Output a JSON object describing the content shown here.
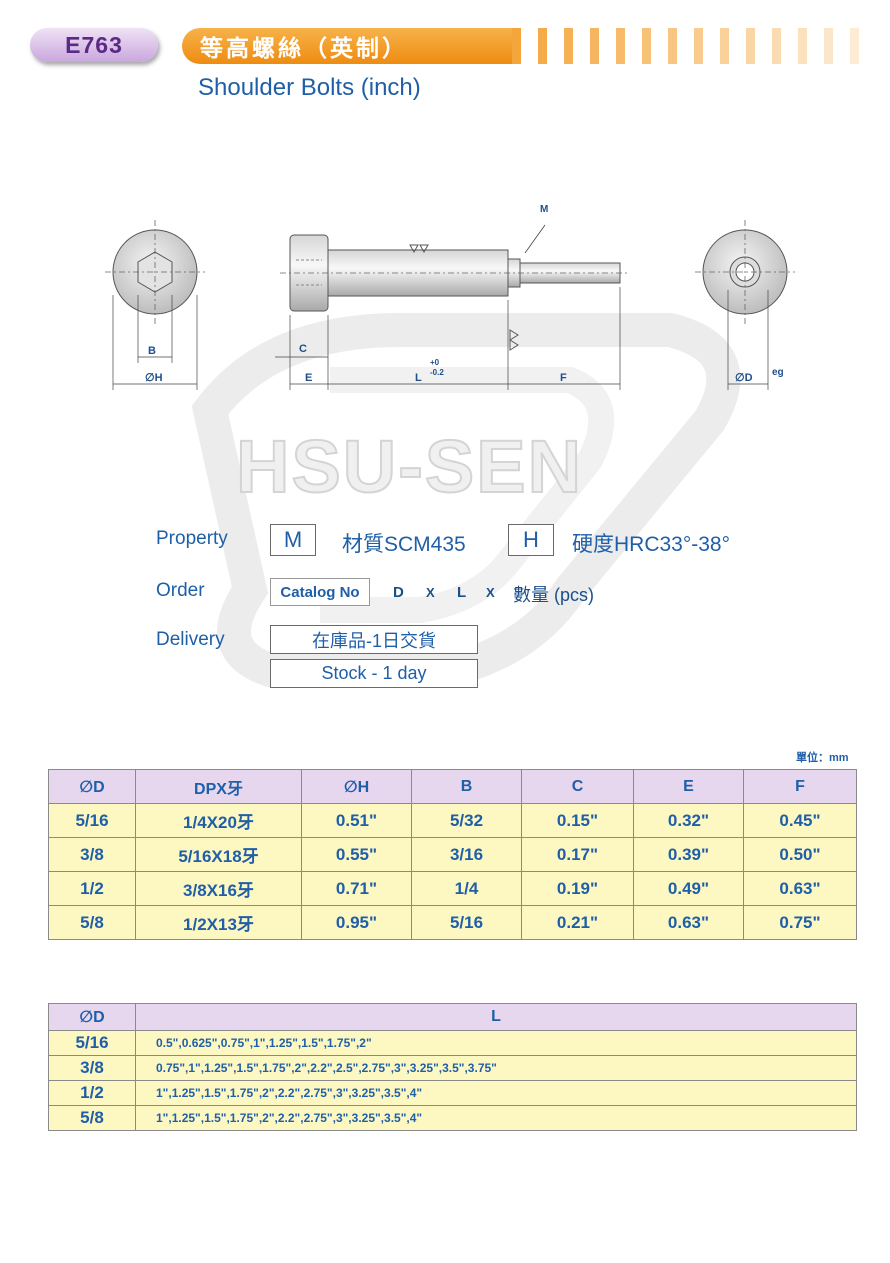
{
  "header": {
    "code": "E763",
    "title_cn": "等高螺絲（英制）",
    "title_en": "Shoulder Bolts (inch)"
  },
  "drawing": {
    "labels": {
      "B": "B",
      "H": "∅H",
      "C": "C",
      "E": "E",
      "L": "L",
      "tol_plus": "+0",
      "tol_minus": "-0.2",
      "F": "F",
      "M": "M",
      "D": "∅D",
      "eg": "eg"
    },
    "watermark": "HSU-SEN"
  },
  "property": {
    "label": "Property",
    "m_box": "M",
    "material": "材質SCM435",
    "h_box": "H",
    "hardness": "硬度HRC33°-38°"
  },
  "order": {
    "label": "Order",
    "catalog_box": "Catalog No",
    "d": "D",
    "x1": "X",
    "l": "L",
    "x2": "X",
    "qty": "數量 (pcs)"
  },
  "delivery": {
    "label": "Delivery",
    "cn": "在庫品-1日交貨",
    "en": "Stock - 1 day"
  },
  "unit_note": "單位：mm",
  "table1": {
    "headers": [
      "∅D",
      "DPX牙",
      "∅H",
      "B",
      "C",
      "E",
      "F"
    ],
    "rows": [
      [
        "5/16",
        "1/4X20牙",
        "0.51\"",
        "5/32",
        "0.15\"",
        "0.32\"",
        "0.45\""
      ],
      [
        "3/8",
        "5/16X18牙",
        "0.55\"",
        "3/16",
        "0.17\"",
        "0.39\"",
        "0.50\""
      ],
      [
        "1/2",
        "3/8X16牙",
        "0.71\"",
        "1/4",
        "0.19\"",
        "0.49\"",
        "0.63\""
      ],
      [
        "5/8",
        "1/2X13牙",
        "0.95\"",
        "5/16",
        "0.21\"",
        "0.63\"",
        "0.75\""
      ]
    ]
  },
  "table2": {
    "headers": [
      "∅D",
      "L"
    ],
    "rows": [
      [
        "5/16",
        "0.5\",0.625\",0.75\",1\",1.25\",1.5\",1.75\",2\""
      ],
      [
        "3/8",
        "0.75\",1\",1.25\",1.5\",1.75\",2\",2.2\",2.5\",2.75\",3\",3.25\",3.5\",3.75\""
      ],
      [
        "1/2",
        "1\",1.25\",1.5\",1.75\",2\",2.2\",2.75\",3\",3.25\",3.5\",4\""
      ],
      [
        "5/8",
        "1\",1.25\",1.5\",1.75\",2\",2.2\",2.75\",3\",3.25\",3.5\",4\""
      ]
    ]
  }
}
